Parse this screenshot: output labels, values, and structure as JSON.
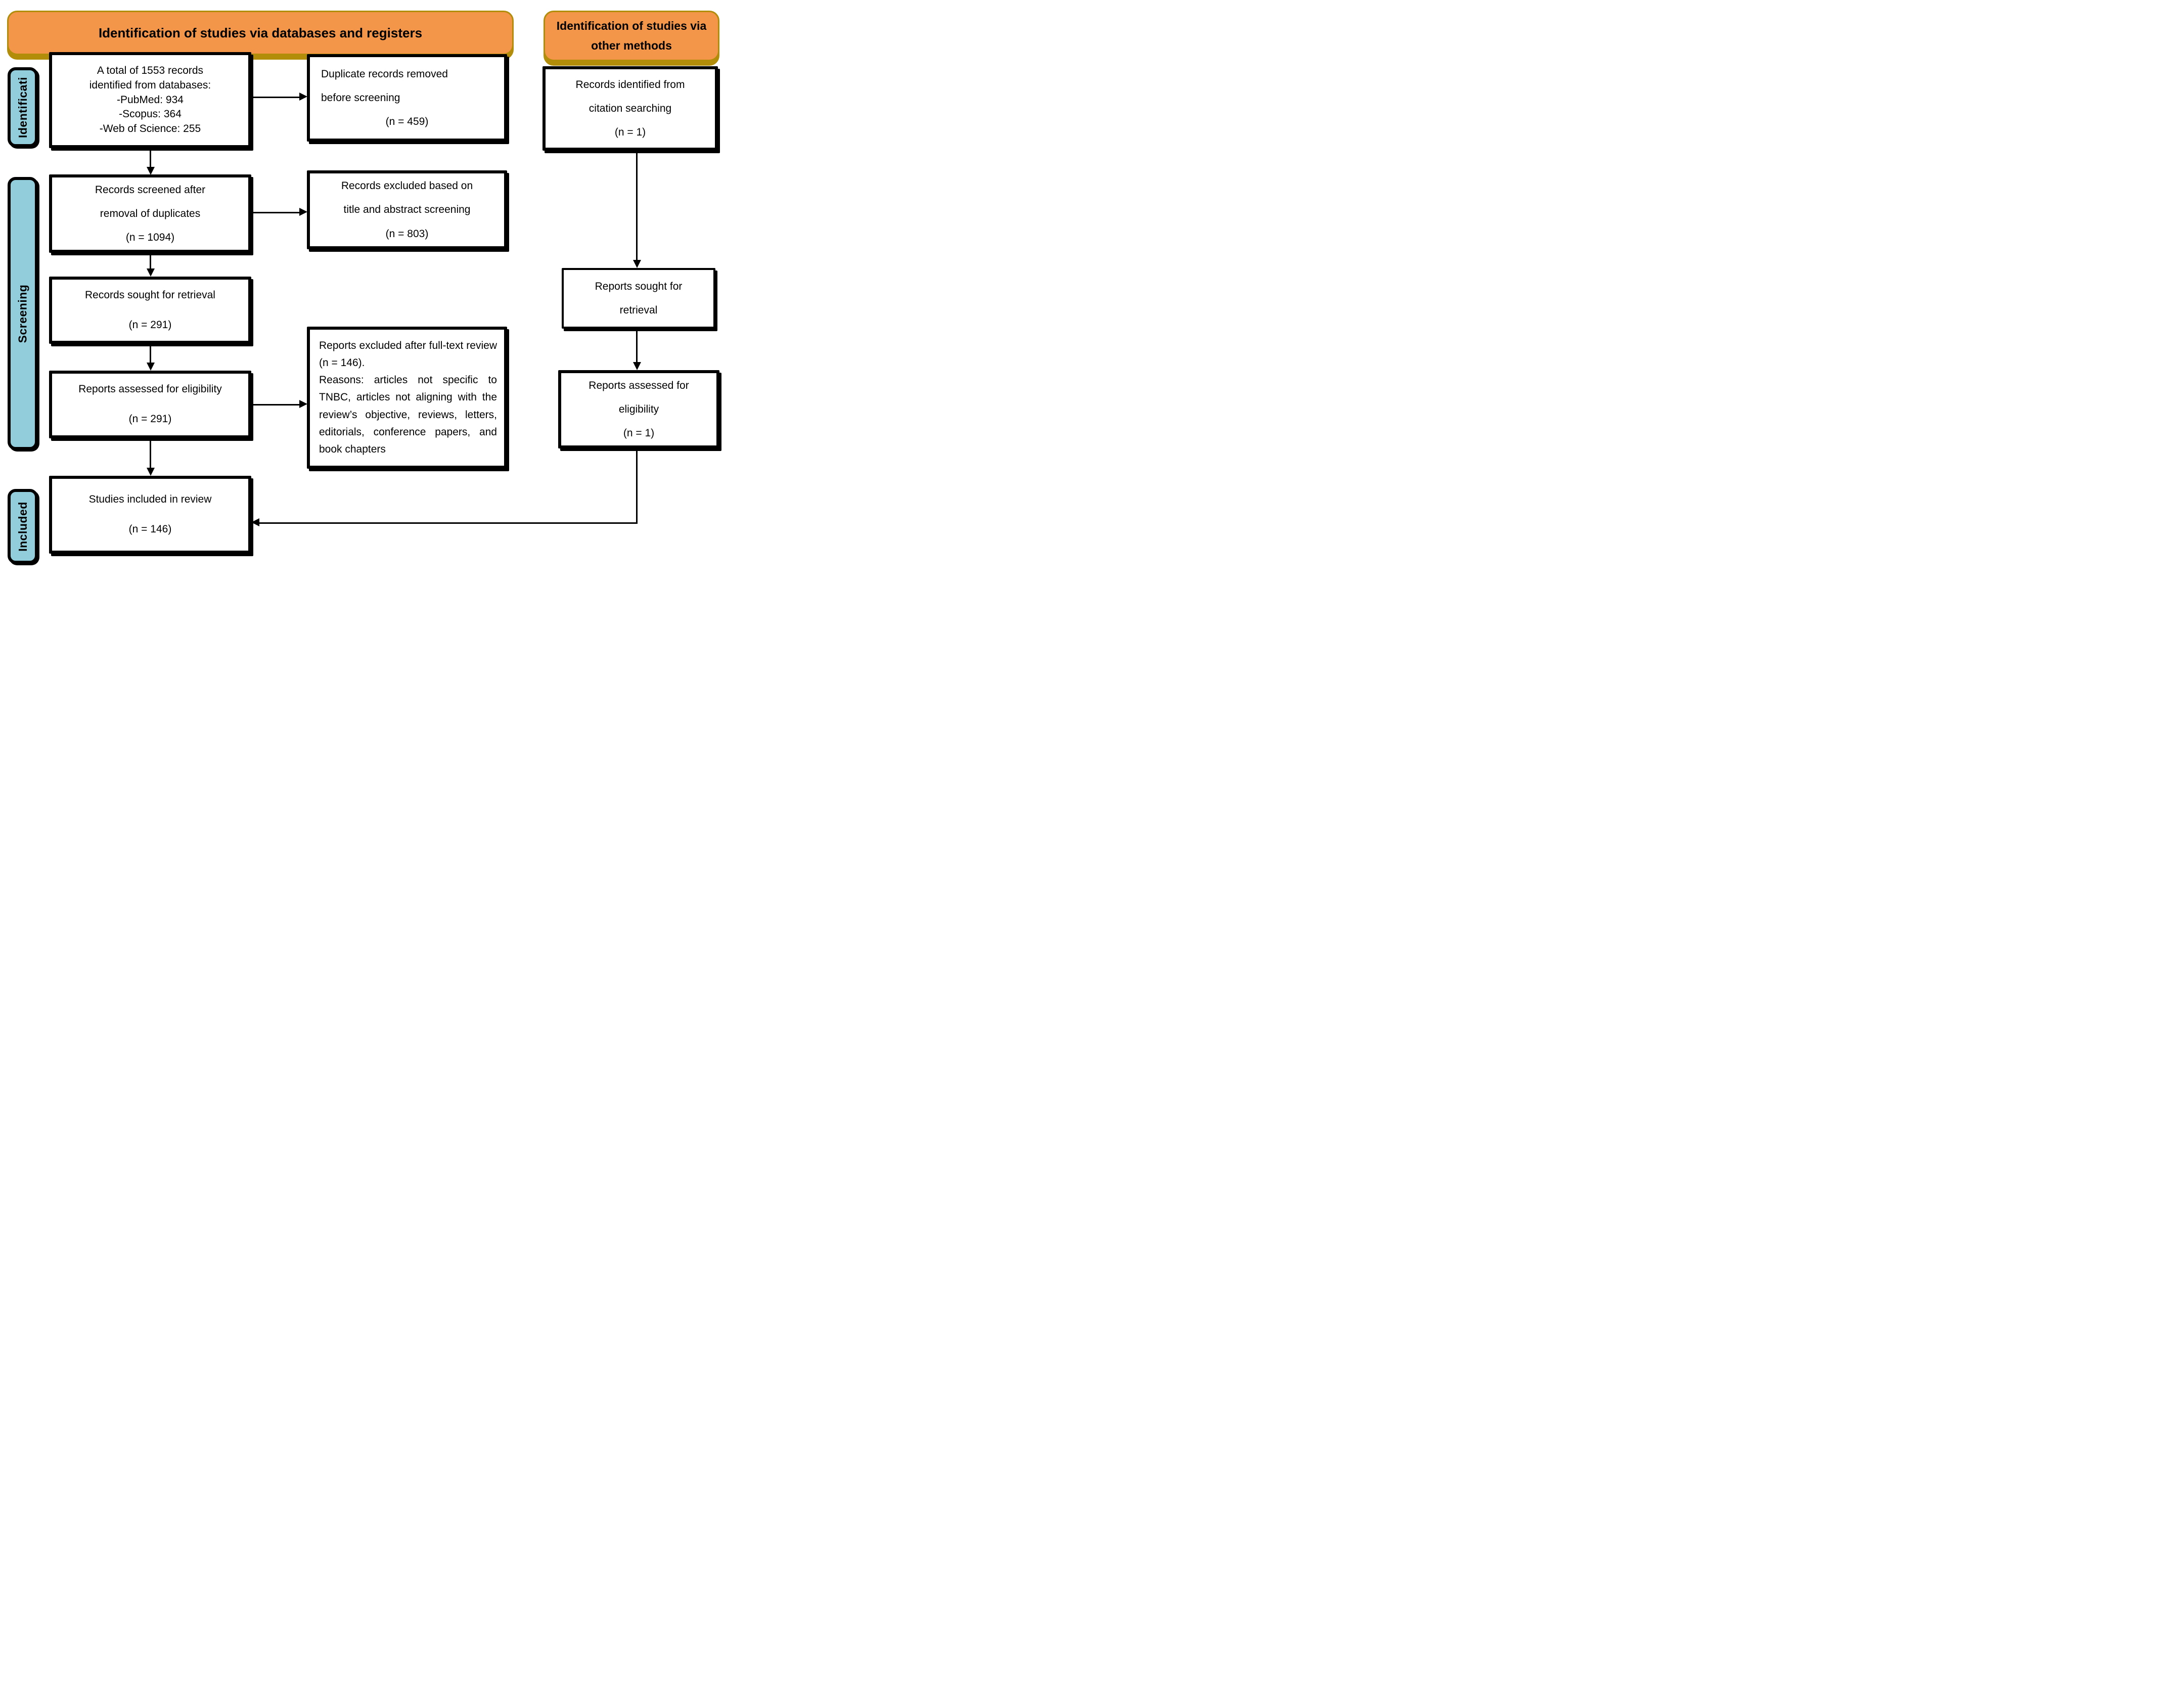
{
  "title": "PRISMA flow diagram",
  "headers": {
    "databases": "Identification of studies via databases and registers",
    "other_methods": [
      "Identification of studies",
      "via other methods"
    ]
  },
  "sidebar": {
    "identification_label": "Identificati",
    "screening_label": "Screening",
    "included_label": "Included"
  },
  "left_column": {
    "records_identified": [
      "A total of 1553 records",
      "identified from databases:",
      "-PubMed: 934",
      "-Scopus: 364",
      "-Web of Science: 255"
    ],
    "records_screened": [
      "Records screened after",
      "removal of duplicates",
      "(n = 1094)"
    ],
    "records_sought": [
      "Records sought for retrieval",
      "(n = 291)"
    ],
    "reports_assessed": [
      "Reports assessed for eligibility",
      "(n = 291)"
    ],
    "studies_included": [
      "Studies included in review",
      "(n = 146)"
    ]
  },
  "middle_column": {
    "duplicates_removed": {
      "lines_left": [
        "Duplicate records removed",
        "before screening"
      ],
      "count_line": "(n = 459)"
    },
    "records_excluded": [
      "Records excluded based on",
      "title and abstract screening",
      "(n = 803)"
    ],
    "reports_excluded": {
      "part1": "Reports excluded after full-text review (n = 146).",
      "part2": "Reasons: articles not specific to TNBC, articles not aligning with the review’s objective, reviews, letters, editorials, conference papers, and book chapters"
    }
  },
  "right_column": {
    "citation_records": [
      "Records identified from",
      "citation searching",
      "(n = 1)"
    ],
    "reports_sought": [
      "Reports sought for",
      "retrieval"
    ],
    "reports_assessed": [
      "Reports assessed for",
      "eligibility",
      "(n = 1)"
    ]
  },
  "counts": {
    "total_identified": 1553,
    "pubmed": 934,
    "scopus": 364,
    "web_of_science": 255,
    "duplicates_removed": 459,
    "screened": 1094,
    "excluded_title_abstract": 803,
    "sought_retrieval": 291,
    "assessed_eligibility": 291,
    "excluded_fulltext": 146,
    "included": 146,
    "citation_identified": 1,
    "citation_assessed": 1
  },
  "colors": {
    "header_fill": "#F4964A",
    "header_border": "#B18D09",
    "sidebar_fill": "#92CDDC",
    "box_border": "#000000"
  }
}
